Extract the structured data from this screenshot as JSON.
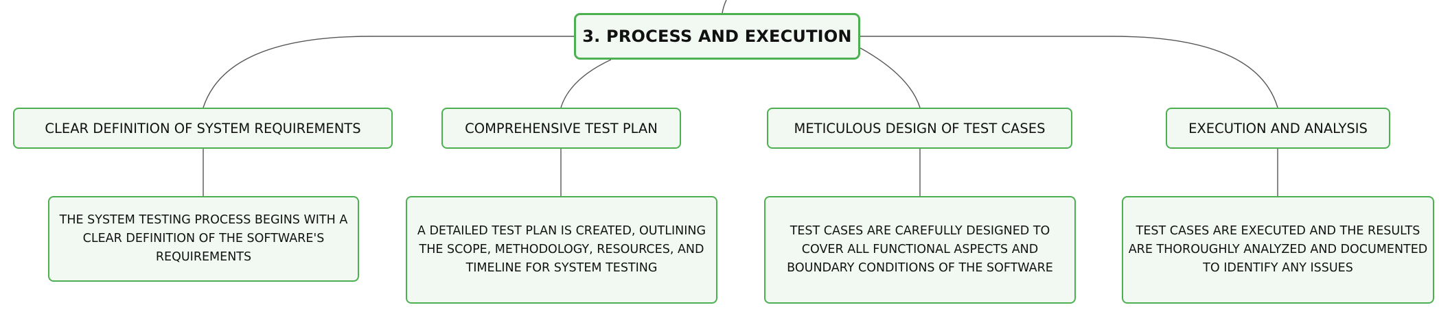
{
  "root": {
    "label": "3. PROCESS AND EXECUTION"
  },
  "topics": [
    {
      "label": "CLEAR DEFINITION OF SYSTEM REQUIREMENTS",
      "detail": "THE SYSTEM TESTING PROCESS BEGINS WITH A CLEAR DEFINITION OF THE SOFTWARE'S REQUIREMENTS"
    },
    {
      "label": "COMPREHENSIVE TEST PLAN",
      "detail": "A DETAILED TEST PLAN IS CREATED, OUTLINING THE SCOPE, METHODOLOGY, RESOURCES, AND TIMELINE FOR SYSTEM TESTING"
    },
    {
      "label": "METICULOUS DESIGN OF TEST CASES",
      "detail": "TEST CASES ARE CAREFULLY DESIGNED TO COVER ALL FUNCTIONAL ASPECTS AND BOUNDARY CONDITIONS OF THE SOFTWARE"
    },
    {
      "label": "EXECUTION AND ANALYSIS",
      "detail": "TEST CASES ARE EXECUTED AND THE RESULTS ARE THOROUGHLY ANALYZED AND DOCUMENTED TO IDENTIFY ANY ISSUES"
    }
  ],
  "colors": {
    "border": "#4caf50",
    "fill": "#f2f9f3",
    "connector": "#555555"
  }
}
